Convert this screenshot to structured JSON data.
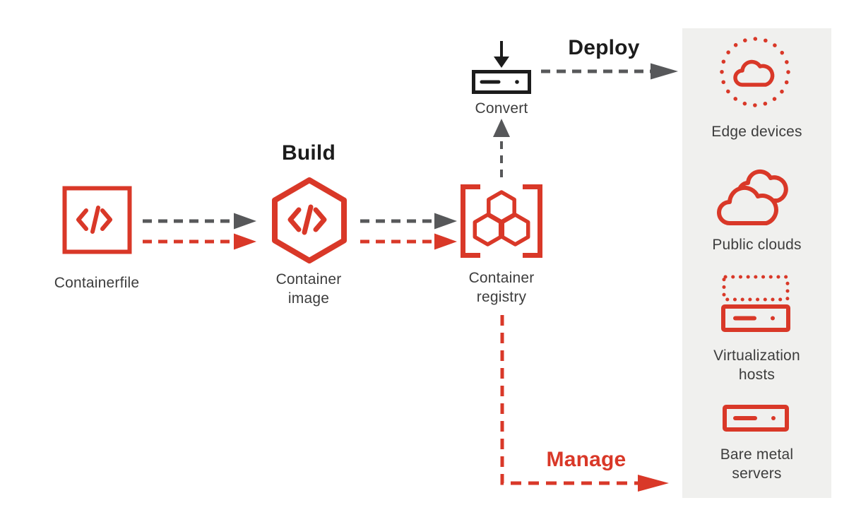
{
  "colors": {
    "red": "#d93828",
    "gray": "#57585a",
    "ink": "#1c1c1c",
    "text": "#3d3d3d",
    "panel-bg": "#f0f0ee",
    "white": "#ffffff"
  },
  "stages": {
    "containerfile": {
      "label": "Containerfile"
    },
    "build": {
      "label": "Build"
    },
    "container_image": {
      "label": "Container\nimage"
    },
    "container_registry": {
      "label": "Container\nregistry"
    },
    "convert": {
      "label": "Convert"
    },
    "deploy": {
      "label": "Deploy"
    },
    "manage": {
      "label": "Manage"
    }
  },
  "targets": [
    {
      "id": "edge-devices",
      "label": "Edge devices"
    },
    {
      "id": "public-clouds",
      "label": "Public clouds"
    },
    {
      "id": "virtualization-hosts",
      "label": "Virtualization\nhosts"
    },
    {
      "id": "bare-metal-servers",
      "label": "Bare metal\nservers"
    }
  ]
}
